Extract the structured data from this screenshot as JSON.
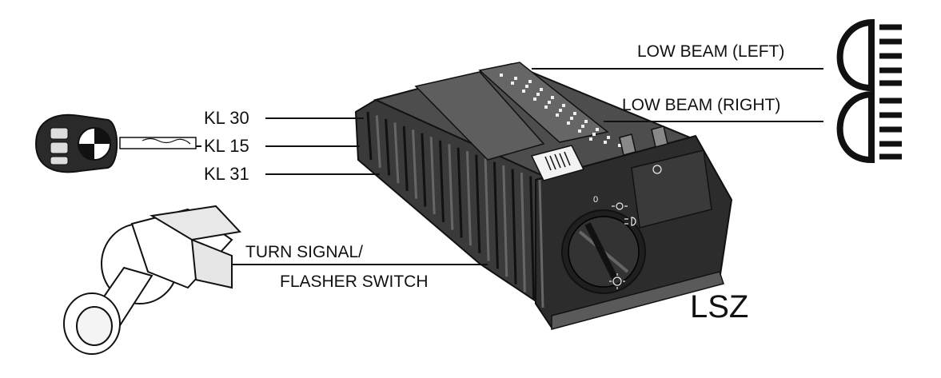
{
  "labels": {
    "kl30": "KL 30",
    "kl15": "KL 15",
    "kl31": "KL 31",
    "low_beam_left": "LOW BEAM (LEFT)",
    "low_beam_right": "LOW BEAM (RIGHT)",
    "turn_signal_line1": "TURN SIGNAL/",
    "turn_signal_line2": "FLASHER SWITCH",
    "module": "LSZ"
  },
  "switch_marks": {
    "off": "0"
  },
  "colors": {
    "ink": "#111111",
    "module_dark": "#2b2b2b",
    "module_mid": "#4a4a4a",
    "module_light": "#7a7a7a",
    "background": "#ffffff"
  },
  "icons": [
    "headlight-icon",
    "key-icon",
    "stalk-switch-icon",
    "light-switch-knob-icon"
  ]
}
